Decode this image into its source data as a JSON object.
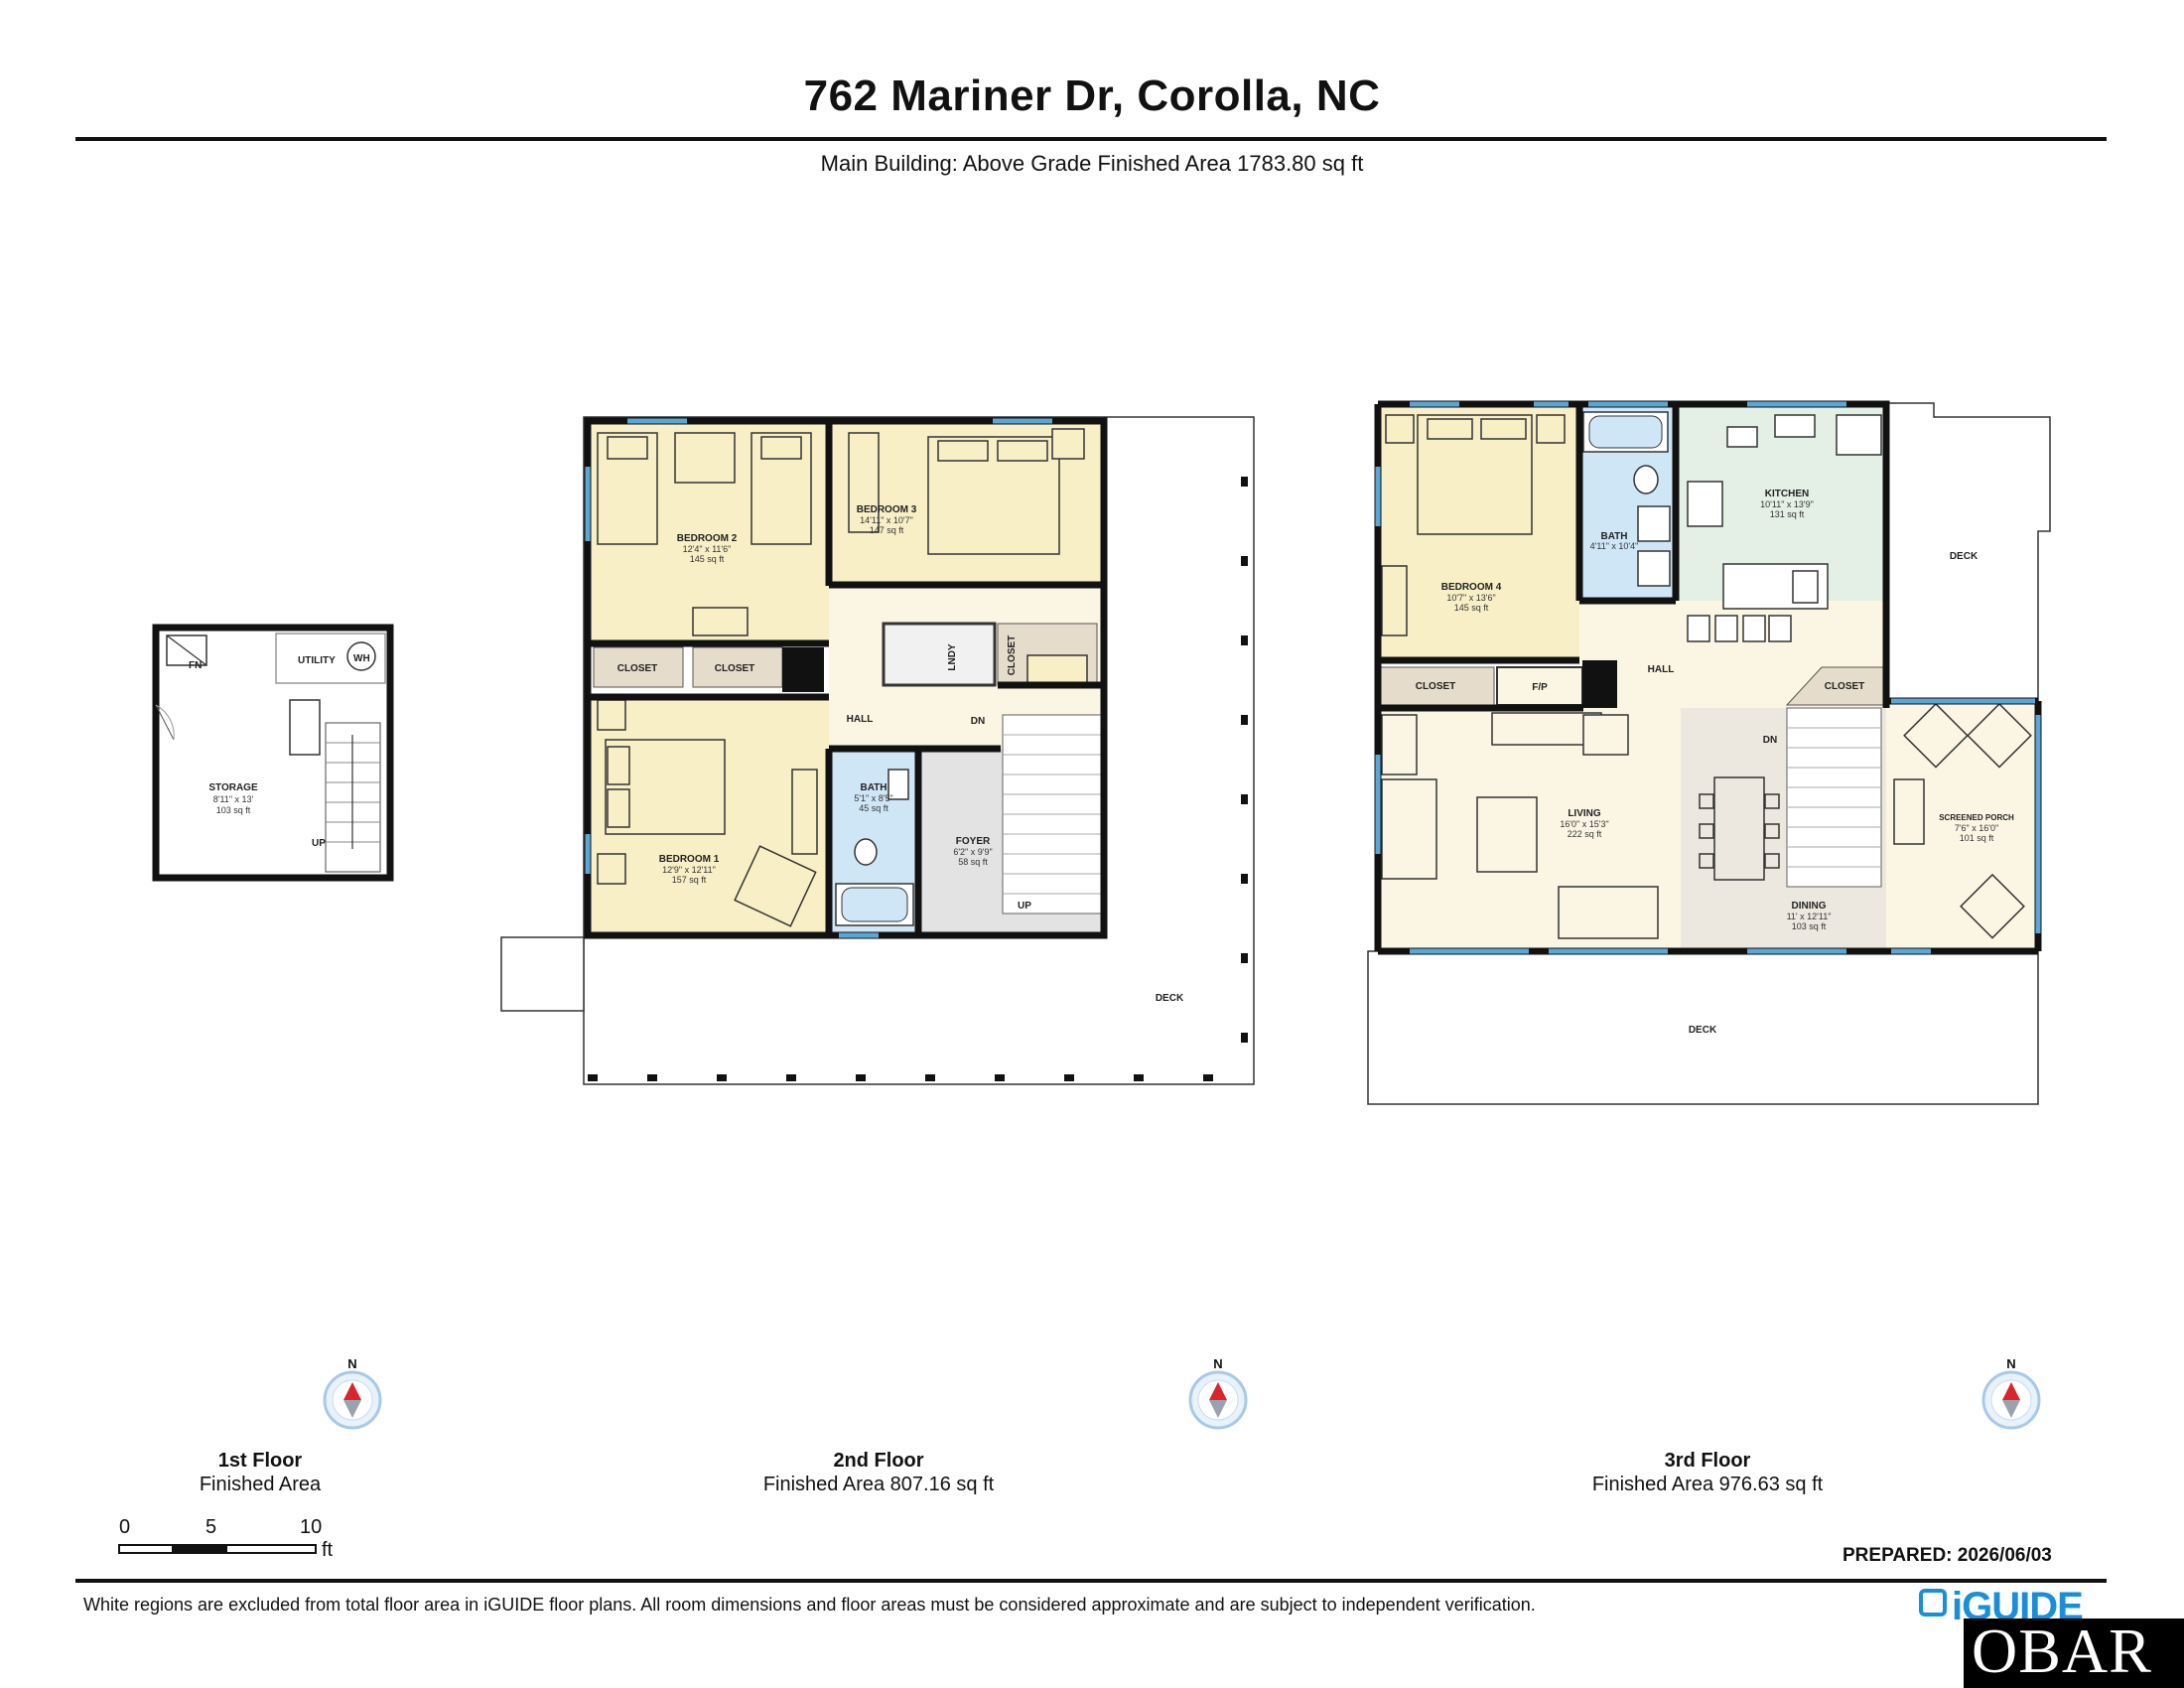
{
  "header": {
    "title": "762 Mariner Dr, Corolla, NC",
    "subtitle": "Main Building: Above Grade Finished Area 1783.80 sq ft"
  },
  "floors": [
    {
      "name": "1st Floor",
      "area": "Finished Area"
    },
    {
      "name": "2nd Floor",
      "area": "Finished Area 807.16 sq ft"
    },
    {
      "name": "3rd Floor",
      "area": "Finished Area 976.63 sq ft"
    }
  ],
  "compass_letter": "N",
  "rooms": {
    "storage": {
      "name": "STORAGE",
      "dims": "8'11\" x 13'",
      "area": "103 sq ft"
    },
    "utility": {
      "name": "UTILITY"
    },
    "wh": {
      "name": "WH"
    },
    "fn": {
      "name": "FN"
    },
    "up1": "UP",
    "bedroom2": {
      "name": "BEDROOM 2",
      "dims": "12'4\" x 11'6\"",
      "area": "145 sq ft"
    },
    "bedroom3": {
      "name": "BEDROOM 3",
      "dims": "14'11\" x 10'7\"",
      "area": "147 sq ft"
    },
    "bedroom1": {
      "name": "BEDROOM 1",
      "dims": "12'9\" x 12'11\"",
      "area": "157 sq ft"
    },
    "closet_a": "CLOSET",
    "closet_b": "CLOSET",
    "closet_c": "CLOSET",
    "hall2": "HALL",
    "lndy": "LNDY",
    "dn2": "DN",
    "bath2": {
      "name": "BATH",
      "dims": "5'1\" x 8'5\"",
      "area": "45 sq ft"
    },
    "foyer": {
      "name": "FOYER",
      "dims": "6'2\" x 9'9\"",
      "area": "58 sq ft"
    },
    "up2": "UP",
    "deck2": "DECK",
    "bedroom4": {
      "name": "BEDROOM 4",
      "dims": "10'7\" x 13'6\"",
      "area": "145 sq ft"
    },
    "bath3": {
      "name": "BATH",
      "dims": "4'11\" x 10'4\"",
      "area": ""
    },
    "kitchen": {
      "name": "KITCHEN",
      "dims": "10'11\" x 13'9\"",
      "area": "131 sq ft"
    },
    "closet_d": "CLOSET",
    "fp": "F/P",
    "hall3": "HALL",
    "closet_e": "CLOSET",
    "dn3": "DN",
    "living": {
      "name": "LIVING",
      "dims": "16'0\" x 15'3\"",
      "area": "222 sq ft"
    },
    "dining": {
      "name": "DINING",
      "dims": "11' x 12'11\"",
      "area": "103 sq ft"
    },
    "porch": {
      "name": "SCREENED PORCH",
      "dims": "7'6\" x 16'0\"",
      "area": "101 sq ft"
    },
    "deck3a": "DECK",
    "deck3b": "DECK"
  },
  "scale": {
    "labels": [
      "0",
      "5",
      "10"
    ],
    "unit": "ft"
  },
  "prepared": "PREPARED: 2026/06/03",
  "disclaimer": "White regions are excluded from total floor area in iGUIDE floor plans. All room dimensions and floor areas must be considered approximate and are subject to independent verification.",
  "brand": {
    "iguide": "iGUIDE",
    "obar": "OBAR"
  },
  "colors": {
    "bedroom": "#f8efc6",
    "hall": "#fbf6e4",
    "bath": "#cfe6f7",
    "foyer": "#e3e3e3",
    "kitchen": "#e4efe6",
    "dining": "#ece8df",
    "closet": "#e6dccb",
    "wall": "#111111",
    "window": "#5aa7d6"
  }
}
